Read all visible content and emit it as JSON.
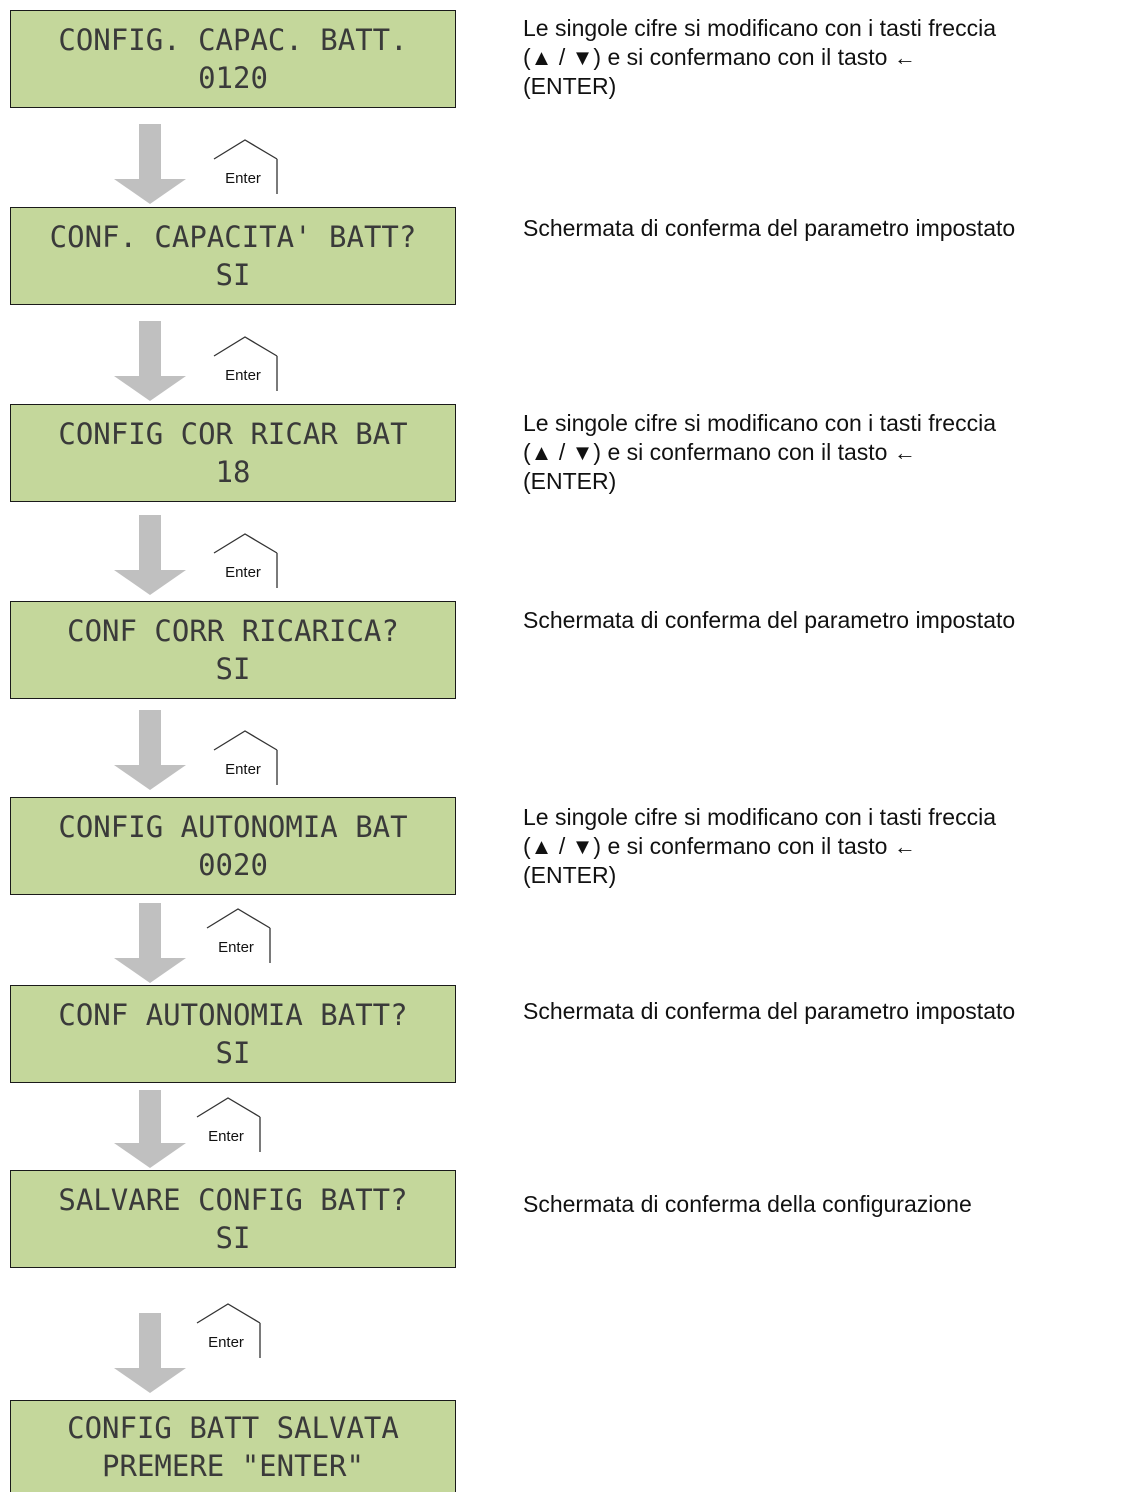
{
  "steps": [
    {
      "line1": "CONFIG. CAPAC. BATT.",
      "line2": "0120",
      "description_type": "edit"
    },
    {
      "line1": "CONF. CAPACITA' BATT?",
      "line2": "SI",
      "description_type": "confirm"
    },
    {
      "line1": "CONFIG COR RICAR BAT",
      "line2": "18",
      "description_type": "edit"
    },
    {
      "line1": "CONF CORR RICARICA?",
      "line2": "SI",
      "description_type": "confirm"
    },
    {
      "line1": "CONFIG AUTONOMIA BAT",
      "line2": "0020",
      "description_type": "edit"
    },
    {
      "line1": "CONF AUTONOMIA BATT?",
      "line2": "SI",
      "description_type": "confirm"
    },
    {
      "line1": "SALVARE CONFIG BATT?",
      "line2": "SI",
      "description_type": "save"
    },
    {
      "line1": "CONFIG BATT SALVATA",
      "line2": "PREMERE \"ENTER\""
    }
  ],
  "descriptions": {
    "edit_line1": "Le singole cifre si modificano con i tasti freccia",
    "edit_line2_open": "(",
    "edit_line2_up": "▲",
    "edit_line2_sep": " / ",
    "edit_line2_down": "▼",
    "edit_line2_rest": ") e si confermano con il tasto",
    "edit_line2_key": "←",
    "edit_line3": "(ENTER)",
    "confirm": "Schermata di conferma del parametro impostato",
    "save": "Schermata di conferma della configurazione"
  },
  "enter_key_label": "Enter",
  "colors": {
    "lcd_background": "#c4d79b",
    "lcd_text": "#3a3a3a",
    "arrow": "#c0c0c0"
  }
}
